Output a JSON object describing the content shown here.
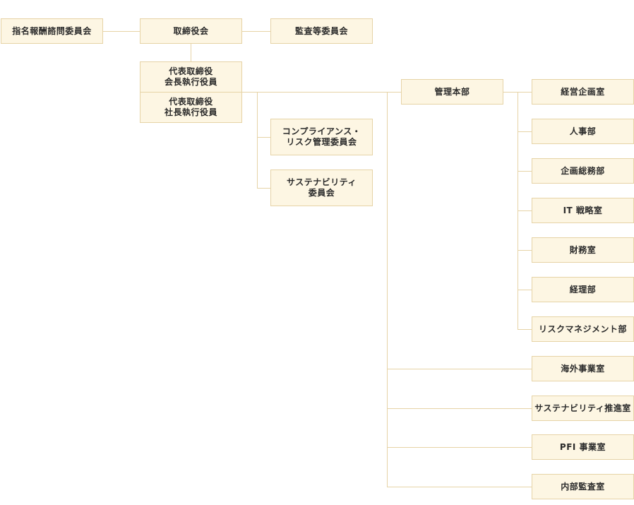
{
  "colors": {
    "box_fill": "#fdf6e3",
    "box_border": "#e6d3a6",
    "line": "#e6d3a6",
    "text": "#2b2b2b"
  },
  "nomination_committee": "指名報酬諮問委員会",
  "board_of_directors": "取締役会",
  "audit_committee": "監査等委員会",
  "chairman": {
    "line1": "代表取締役",
    "line2": "会長執行役員"
  },
  "president": {
    "line1": "代表取締役",
    "line2": "社長執行役員"
  },
  "compliance_committee": {
    "line1": "コンプライアンス・",
    "line2": "リスク管理委員会"
  },
  "sustainability_committee": {
    "line1": "サステナビリティ",
    "line2": "委員会"
  },
  "management_hq": "管理本部",
  "management_units": [
    "経営企画室",
    "人事部",
    "企画総務部",
    "IT 戦略室",
    "財務室",
    "経理部",
    "リスクマネジメント部"
  ],
  "direct_units": [
    "海外事業室",
    "サステナビリティ推進室",
    "PFI 事業室",
    "内部監査室"
  ]
}
